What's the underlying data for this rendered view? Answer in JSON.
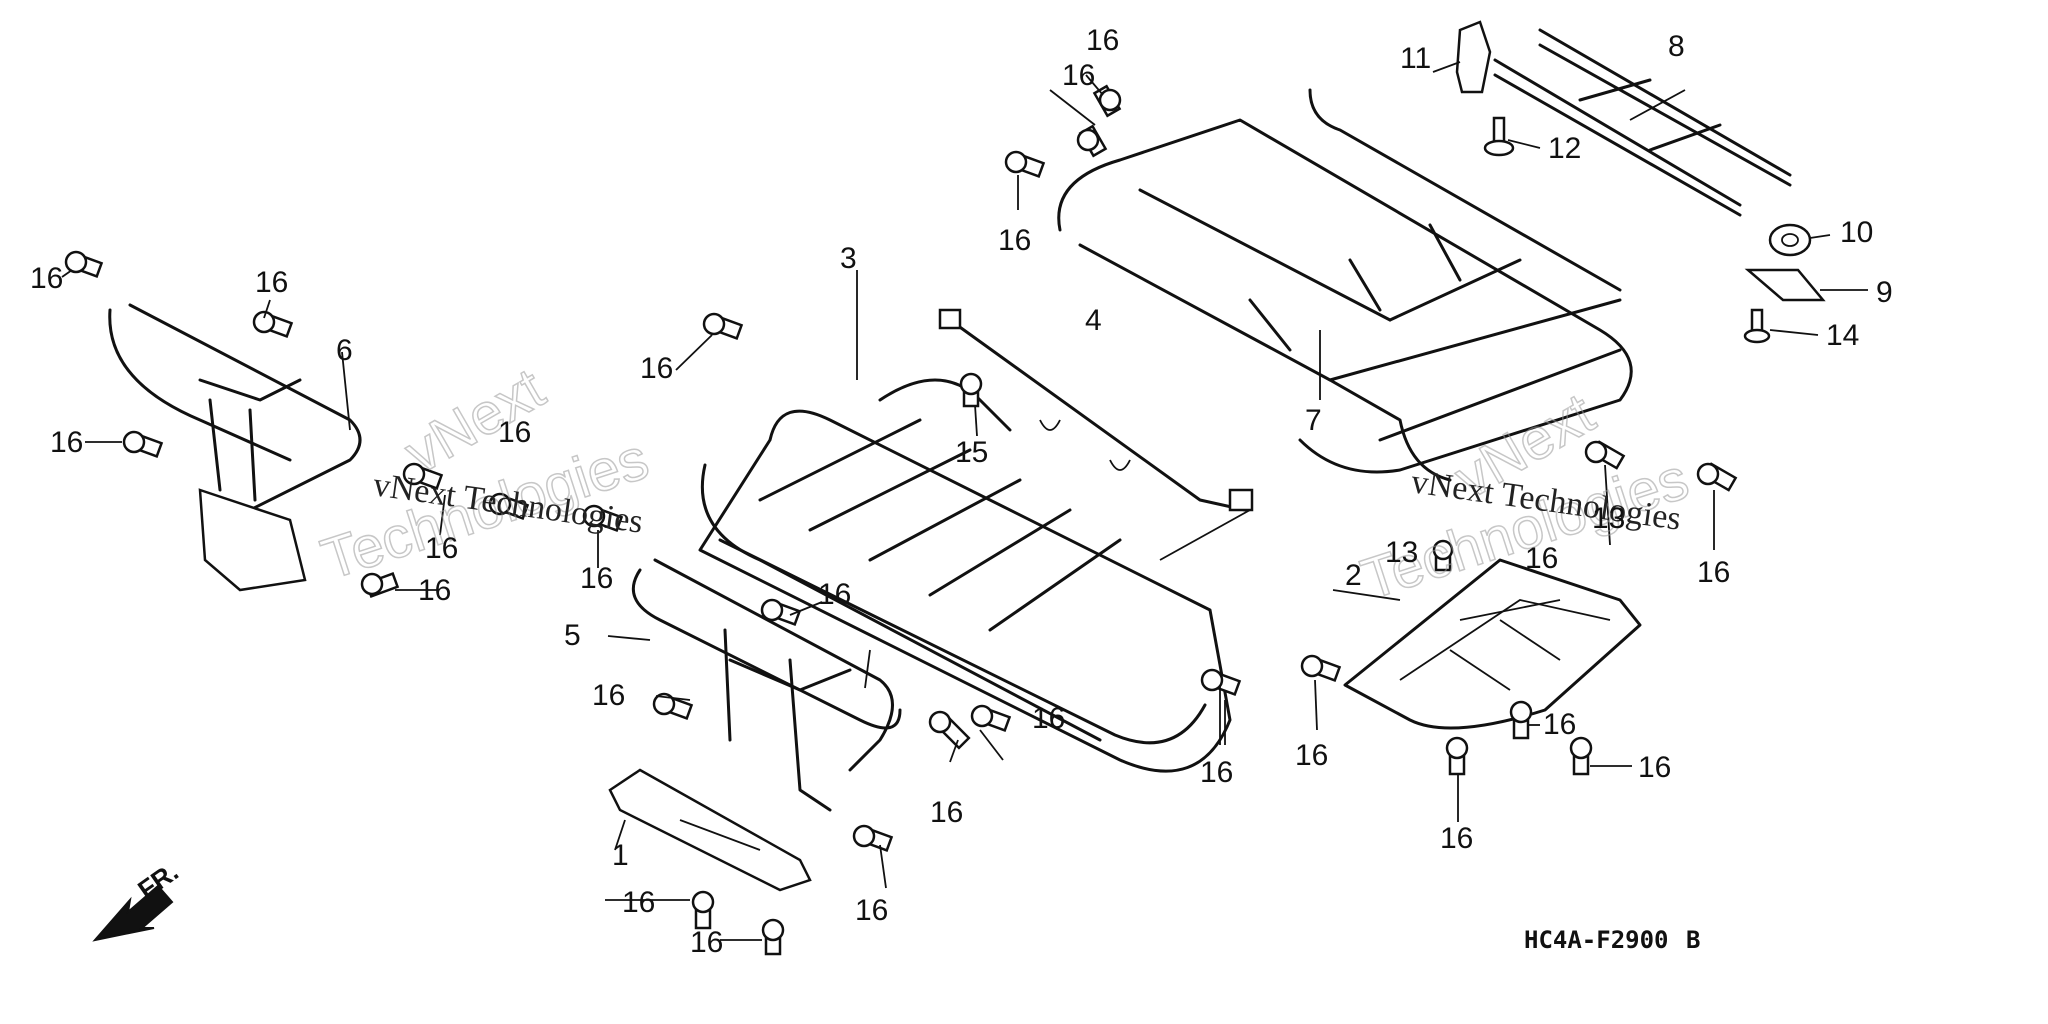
{
  "diagram": {
    "code": "HC4A-F2900",
    "code_suffix": "B",
    "front_label": "FR.",
    "watermark": {
      "line1": "vNext",
      "line2": "Technologies",
      "small": "vNext Technologies"
    },
    "callouts": {
      "p1": "1",
      "p2": "2",
      "p3": "3",
      "p4": "4",
      "p5": "5",
      "p6": "6",
      "p7": "7",
      "p8": "8",
      "p9": "9",
      "p10": "10",
      "p11": "11",
      "p12": "12",
      "p13": "13",
      "p14": "14",
      "p15": "15",
      "p16": "16"
    }
  }
}
